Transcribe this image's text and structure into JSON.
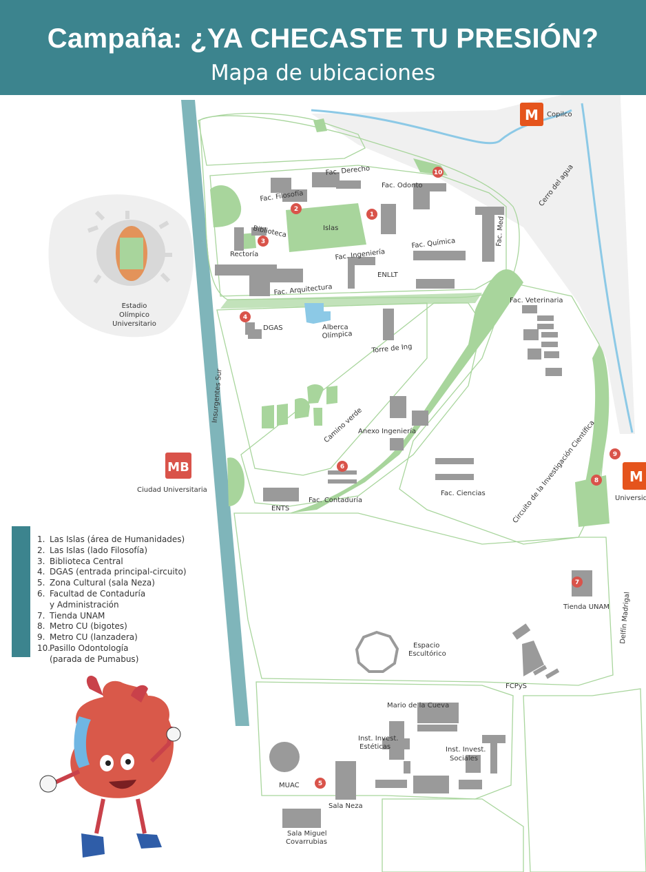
{
  "header": {
    "title": "Campaña: ¿YA CHECASTE TU PRESIÓN?",
    "subtitle": "Mapa de ubicaciones"
  },
  "colors": {
    "header_bg": "#3c848e",
    "green_area": "#a8d59c",
    "building": "#9a9a9a",
    "road_outline": "#a8d59c",
    "avenue": "#7fb5ba",
    "water": "#8cc9e6",
    "pin": "#d9534a",
    "metro": "#e5541c"
  },
  "map": {
    "metro": {
      "copilco": "Copilco",
      "cu": "Ciudad Universitaria",
      "universidad": "Universidad"
    },
    "streets": {
      "insurgentes": "Insurgentes Sur",
      "cerro_del_agua": "Cerro del agua",
      "circuito": "Circuito de la Investigación Científica",
      "delfin_madrigal": "Delfín Madrigal",
      "camino_verde": "Camino verde"
    },
    "estadio": {
      "line1": "Estadio",
      "line2": "Olímpico",
      "line3": "Universitario"
    },
    "labels": {
      "fac_filosofia": "Fac. Filosofía",
      "fac_derecho": "Fac. Derecho",
      "fac_odonto": "Fac. Odonto",
      "biblioteca": "Biblioteca",
      "islas": "Islas",
      "rectoria": "Rectoría",
      "fac_ingenieria": "Fac. Ingeniería",
      "fac_quimica": "Fac. Química",
      "fac_med": "Fac. Med",
      "enllt": "ENLLT",
      "fac_arquitectura": "Fac. Arquitectura",
      "fac_veterinaria": "Fac. Veterinaria",
      "dgas": "DGAS",
      "alberca_1": "Alberca",
      "alberca_2": "Olímpica",
      "torre_ing": "Torre de Ing",
      "anexo_ing": "Anexo Ingeniería",
      "fac_contaduria": "Fac. Contaduría",
      "ents": "ENTS",
      "fac_ciencias": "Fac. Ciencias",
      "tienda_unam": "Tienda UNAM",
      "espacio_1": "Espacio",
      "espacio_2": "Escultórico",
      "fcpys": "FCPyS",
      "mario_cueva": "Mario de la Cueva",
      "estetica_1": "Inst. Invest.",
      "estetica_2": "Estéticas",
      "sociales_1": "Inst. Invest.",
      "sociales_2": "Sociales",
      "muac": "MUAC",
      "sala_neza": "Sala Neza",
      "sala_miguel_1": "Sala Miguel",
      "sala_miguel_2": "Covarrubias"
    },
    "pins": [
      "1",
      "2",
      "3",
      "4",
      "5",
      "6",
      "7",
      "8",
      "9",
      "10"
    ]
  },
  "legend": {
    "items": [
      {
        "num": "1.",
        "text": "Las Islas (área de Humanidades)"
      },
      {
        "num": "2.",
        "text": "Las Islas (lado Filosofía)"
      },
      {
        "num": "3.",
        "text": "Biblioteca Central"
      },
      {
        "num": "4.",
        "text": "DGAS (entrada principal-circuito)"
      },
      {
        "num": "5.",
        "text": "Zona Cultural (sala Neza)"
      },
      {
        "num": "6.",
        "text": "Facultad de Contaduría"
      },
      {
        "num": "",
        "text": "y Administración"
      },
      {
        "num": "7.",
        "text": "Tienda UNAM"
      },
      {
        "num": "8.",
        "text": "Metro CU (bigotes)"
      },
      {
        "num": "9.",
        "text": "Metro CU (lanzadera)"
      },
      {
        "num": "10.",
        "text": "Pasillo Odontología"
      },
      {
        "num": "",
        "text": "(parada de Pumabus)"
      }
    ]
  }
}
